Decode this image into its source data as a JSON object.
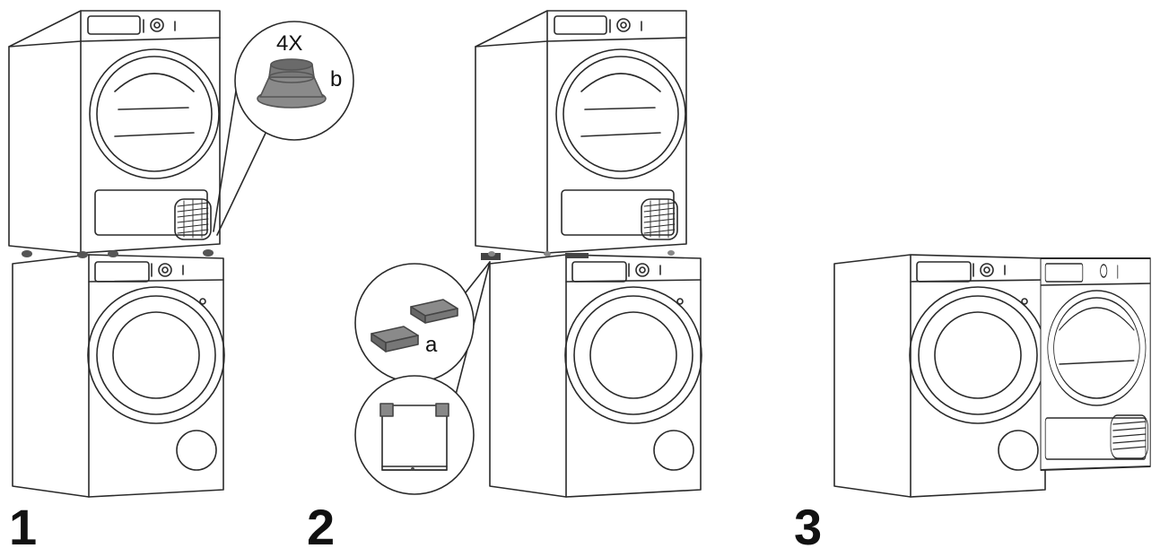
{
  "steps": [
    {
      "number": "1"
    },
    {
      "number": "2"
    },
    {
      "number": "3"
    }
  ],
  "callouts": {
    "feet_quantity": "4X",
    "feet_label": "b",
    "bracket_label": "a"
  },
  "colors": {
    "line": "#2a2a2a",
    "part_fill": "#8a8a8a",
    "part_dark": "#555555",
    "background": "#ffffff"
  }
}
